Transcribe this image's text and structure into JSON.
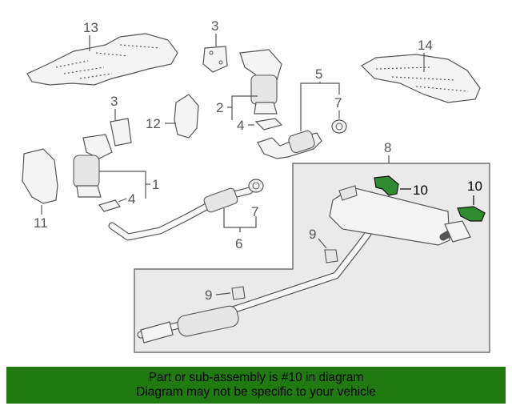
{
  "callouts": {
    "c1": "1",
    "c2": "2",
    "c3a": "3",
    "c3b": "3",
    "c4a": "4",
    "c4b": "4",
    "c5": "5",
    "c6": "6",
    "c7a": "7",
    "c7b": "7",
    "c8": "8",
    "c9a": "9",
    "c9b": "9",
    "c10a": "10",
    "c10b": "10",
    "c11": "11",
    "c12": "12",
    "c13": "13",
    "c14": "14"
  },
  "highlight_part": "10",
  "colors": {
    "banner_bg": "#1f7a10",
    "highlight": "#2e8b2e",
    "line": "#555555"
  },
  "banner": {
    "line1": "Part or sub-assembly is #10 in diagram",
    "line2": "Diagram may not be specific to your vehicle"
  }
}
